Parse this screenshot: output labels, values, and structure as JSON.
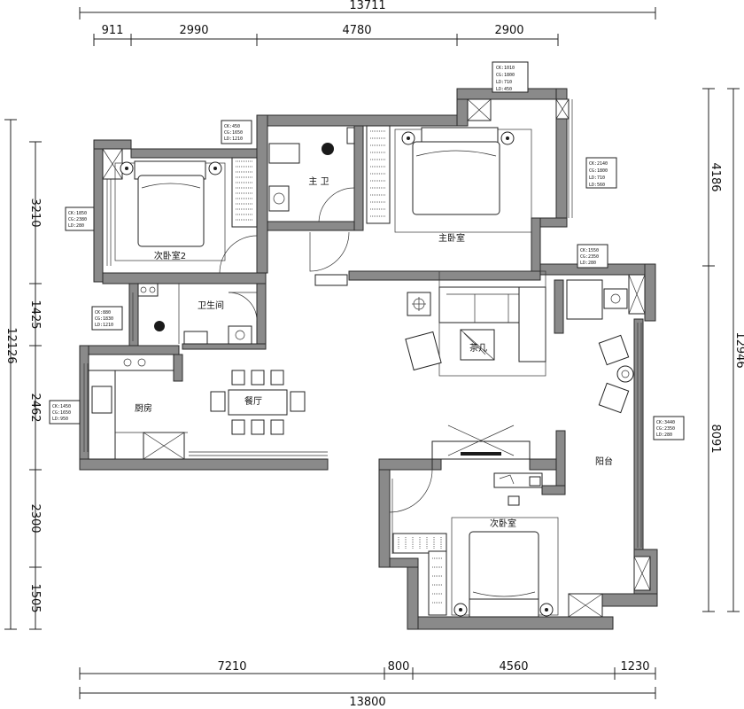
{
  "dimensions": {
    "top_total": "13711",
    "top_segments": [
      "911",
      "2990",
      "4780",
      "2900"
    ],
    "bottom_segments": [
      "7210",
      "800",
      "4560",
      "1230"
    ],
    "bottom_total": "13800",
    "left_total": "12126",
    "left_segments": [
      "3210",
      "1425",
      "2462",
      "2300",
      "1505"
    ],
    "right_segments": [
      "4186",
      "8091"
    ],
    "right_total": "12946"
  },
  "rooms": {
    "master_bath": "主 卫",
    "master_bedroom": "主卧室",
    "second_bedroom_2": "次卧室2",
    "bathroom": "卫生间",
    "dining": "餐厅",
    "kitchen": "厨房",
    "balcony": "阳台",
    "second_bedroom": "次卧室",
    "tv_cabinet": "茶几"
  },
  "tags": {
    "tag_top_right": [
      "CK:1010",
      "CG:1800",
      "LD:710",
      "LD:450"
    ],
    "tag_master_bath": [
      "CK:450",
      "CG:1650",
      "LD:1210"
    ],
    "tag_master_bed": [
      "CK:2140",
      "CG:1800",
      "LD:710",
      "LD:560"
    ],
    "tag_bed2": [
      "CK:1850",
      "CG:2380",
      "LD:280"
    ],
    "tag_balcony_top": [
      "CK:1550",
      "CG:2350",
      "LD:280"
    ],
    "tag_bath": [
      "CK:880",
      "CG:1830",
      "LD:1210"
    ],
    "tag_kitchen": [
      "CK:1450",
      "CG:1650",
      "LD:950"
    ],
    "tag_balcony_right": [
      "CK:3440",
      "CG:2350",
      "LD:280"
    ]
  }
}
